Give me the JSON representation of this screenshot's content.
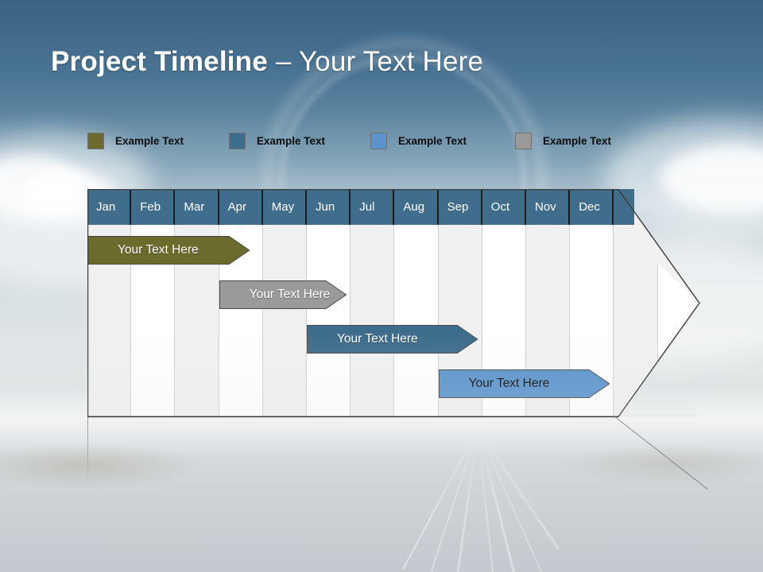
{
  "title": {
    "bold": "Project Timeline",
    "rest": " – Your Text Here"
  },
  "colors": {
    "sky_top": "#3c6280",
    "header_blue": "#416d8c",
    "olive": "#6b6b2e",
    "steel_blue": "#3d6d8c",
    "light_blue": "#5b94cc",
    "gray": "#9a9a9a",
    "chart_bg": "#f1f1f1",
    "column_alt": "#f0f0f0",
    "column_base": "#ffffff",
    "outline": "#3a3a3a"
  },
  "legend": {
    "items": [
      {
        "label": "Example Text",
        "color": "#6b6b2e",
        "x": 0
      },
      {
        "label": "Example Text",
        "color": "#3d6d8c",
        "x": 178
      },
      {
        "label": "Example Text",
        "color": "#5b94cc",
        "x": 356
      },
      {
        "label": "Example Text",
        "color": "#9a9a9a",
        "x": 538
      }
    ]
  },
  "chart_data": {
    "type": "bar",
    "title": "Project Timeline – Your Text Here",
    "xlabel": "",
    "ylabel": "",
    "grid": true,
    "legend_position": "top",
    "categories": [
      "Jan",
      "Feb",
      "Mar",
      "Apr",
      "May",
      "Jun",
      "Jul",
      "Aug",
      "Sep",
      "Oct",
      "Nov",
      "Dec"
    ],
    "series": [
      {
        "name": "Example Text",
        "label": "Your  Text Here",
        "color": "#6b6b2e",
        "text_color": "#ffffff",
        "start_month": "Jan",
        "end_month": "Apr",
        "start_index": 0,
        "span": 3.7,
        "row": 0
      },
      {
        "name": "Example Text",
        "label": "Your  Text Here",
        "color": "#9a9a9a",
        "text_color": "#ffffff",
        "start_month": "Apr",
        "end_month": "Jul",
        "start_index": 3,
        "span": 2.9,
        "row": 1
      },
      {
        "name": "Example Text",
        "label": "Your  Text Here",
        "color": "#3d6d8c",
        "text_color": "#ffffff",
        "start_month": "Jun",
        "end_month": "Sep",
        "start_index": 5,
        "span": 3.9,
        "row": 2
      },
      {
        "name": "Example Text",
        "label": "Your  Text Here",
        "color": "#5b94cc",
        "text_color": "#0d0d0d",
        "start_month": "Sep",
        "end_month": "Dec",
        "start_index": 8,
        "span": 3.9,
        "row": 3
      }
    ]
  }
}
